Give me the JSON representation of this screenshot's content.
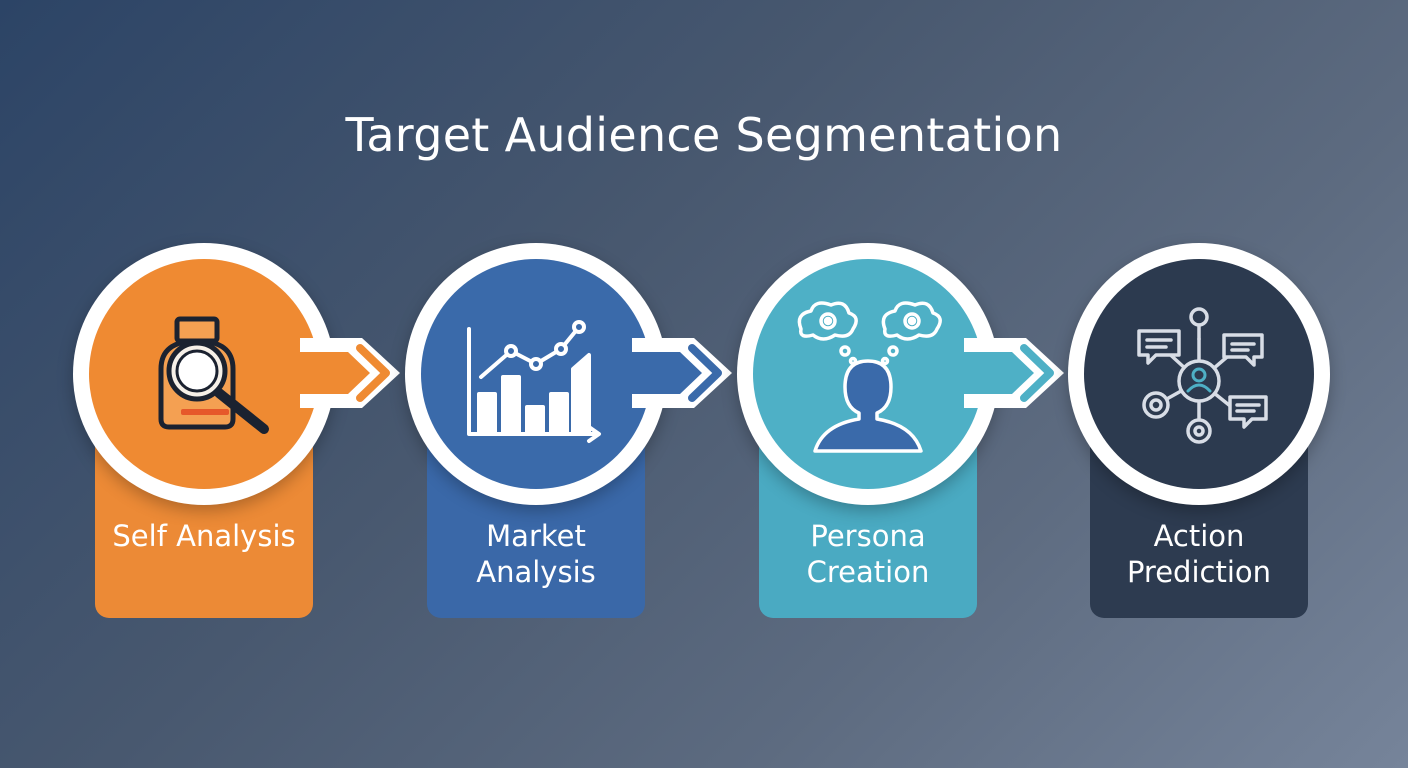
{
  "title": "Target Audience Segmentation",
  "steps": [
    {
      "label": "Self Analysis",
      "color": "#ef8a32",
      "card_color": "#ec8a36",
      "icon": "magnifier-person-icon"
    },
    {
      "label": "Market\nAnalysis",
      "color": "#3a6aaa",
      "card_color": "#3a68a8",
      "icon": "bar-line-chart-icon"
    },
    {
      "label": "Persona\nCreation",
      "color": "#4eb0c6",
      "card_color": "#4aaac2",
      "icon": "thinking-person-icon"
    },
    {
      "label": "Action\nPrediction",
      "color": "#2c3a4f",
      "card_color": "#2d3b50",
      "icon": "network-people-icon"
    }
  ]
}
